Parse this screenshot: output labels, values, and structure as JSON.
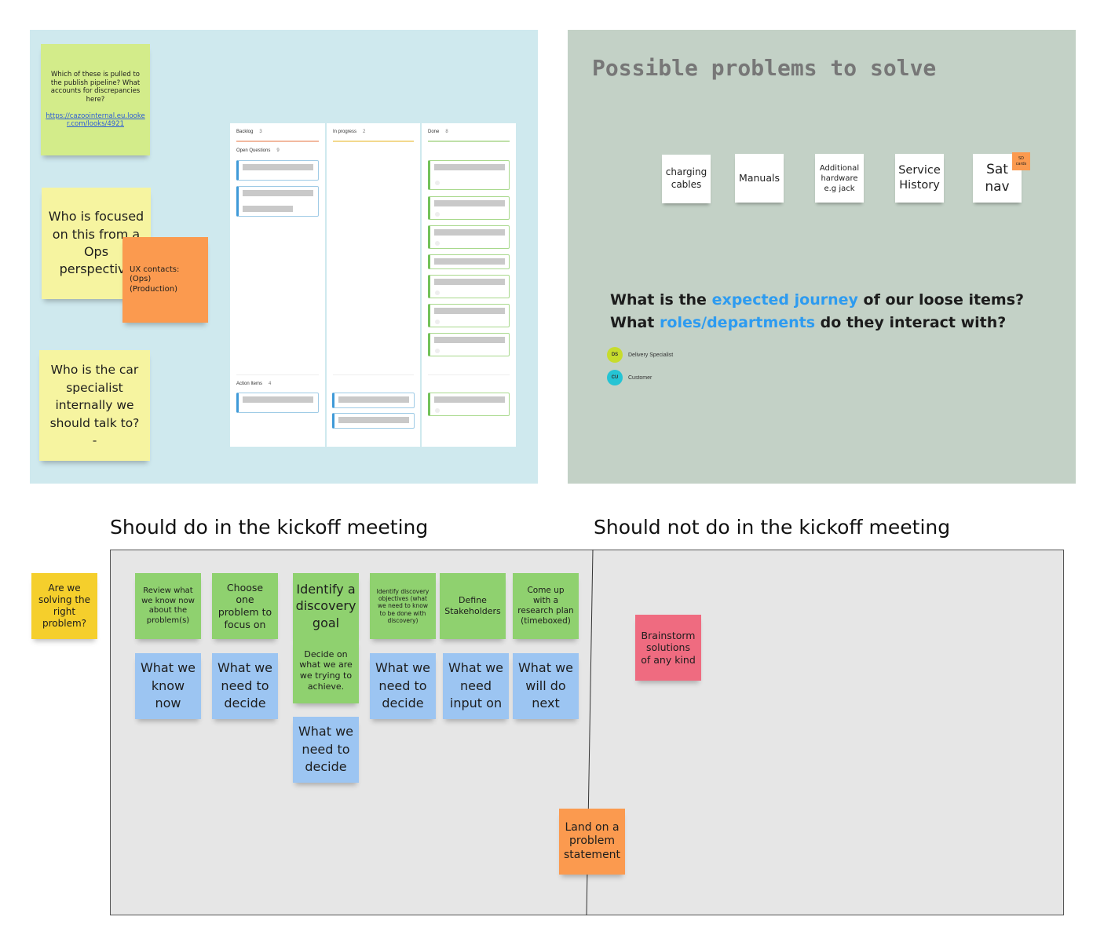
{
  "top_left_board": {
    "sticky_question": {
      "text": "Which of these is pulled to the publish pipeline? What accounts for discrepancies here?",
      "link": "https://cazoointernal.eu.looker.com/looks/4921"
    },
    "sticky_ops": "Who is focused on this from a Ops perspective",
    "sticky_ux": {
      "line1": "UX contacts:",
      "line2": "(Ops)",
      "line3": "(Production)"
    },
    "sticky_car": {
      "text": "Who is the car specialist internally we should talk to?",
      "dash": "-"
    },
    "kanban": {
      "columns": [
        {
          "title": "Backlog",
          "count": "3"
        },
        {
          "title": "In progress",
          "count": "2"
        },
        {
          "title": "Done",
          "count": "8"
        }
      ],
      "lane_open": {
        "title": "Open Questions",
        "count": "9"
      },
      "lane_action": {
        "title": "Action Items",
        "count": "4"
      }
    }
  },
  "top_right_board": {
    "title": "Possible problems to solve",
    "cards": {
      "c1": "charging cables",
      "c2": "Manuals",
      "c3": "Additional hardware e.g jack",
      "c4": "Service History",
      "c5": "Sat nav",
      "c5_tag": "SD cards"
    },
    "question1": {
      "a": "What is the ",
      "b": "expected journey",
      "c": " of our loose items?"
    },
    "question2": {
      "a": "What ",
      "b": "roles/departments",
      "c": " do they interact with?"
    },
    "legend": [
      {
        "badge": "DS",
        "label": "Delivery Specialist",
        "color": "#c7dc2c"
      },
      {
        "badge": "CU",
        "label": "Customer",
        "color": "#25c4d4"
      }
    ],
    "accent_color": "#2d9bf0"
  },
  "bottom": {
    "heading_do": "Should do in the kickoff meeting",
    "heading_not": "Should not do in the kickoff meeting",
    "side_sticky": "Are we solving the right problem?",
    "green": {
      "g1": "Review what we know now about the problem(s)",
      "g2": "Choose one problem to focus on",
      "g3": "Identify a discovery goal",
      "g3b": "Decide on what we are we trying to achieve.",
      "g4": "Identify discovery objectives (what we need to know to be done with discovery)",
      "g5": "Define Stakeholders",
      "g6": "Come up with a research plan (timeboxed)"
    },
    "blue": {
      "b1": "What we know now",
      "b2": "What we need to decide",
      "b3": "What we need to decide",
      "b4": "What we need to decide",
      "b5": "What we need input on",
      "b6": "What we will do next"
    },
    "pink": "Brainstorm solutions of any kind",
    "orange": "Land on a problem statement"
  },
  "colors": {
    "blue_frame": "#cfe9ee",
    "sage_frame": "#c3d1c6",
    "grey_frame": "#e6e6e6",
    "yellow": "#f6f4a0",
    "lime": "#d3ec8a",
    "orange": "#fb9a4f",
    "green": "#8fd16f",
    "light_blue": "#9cc5f2",
    "pink": "#ef6b80",
    "gold": "#f5cf2c"
  }
}
